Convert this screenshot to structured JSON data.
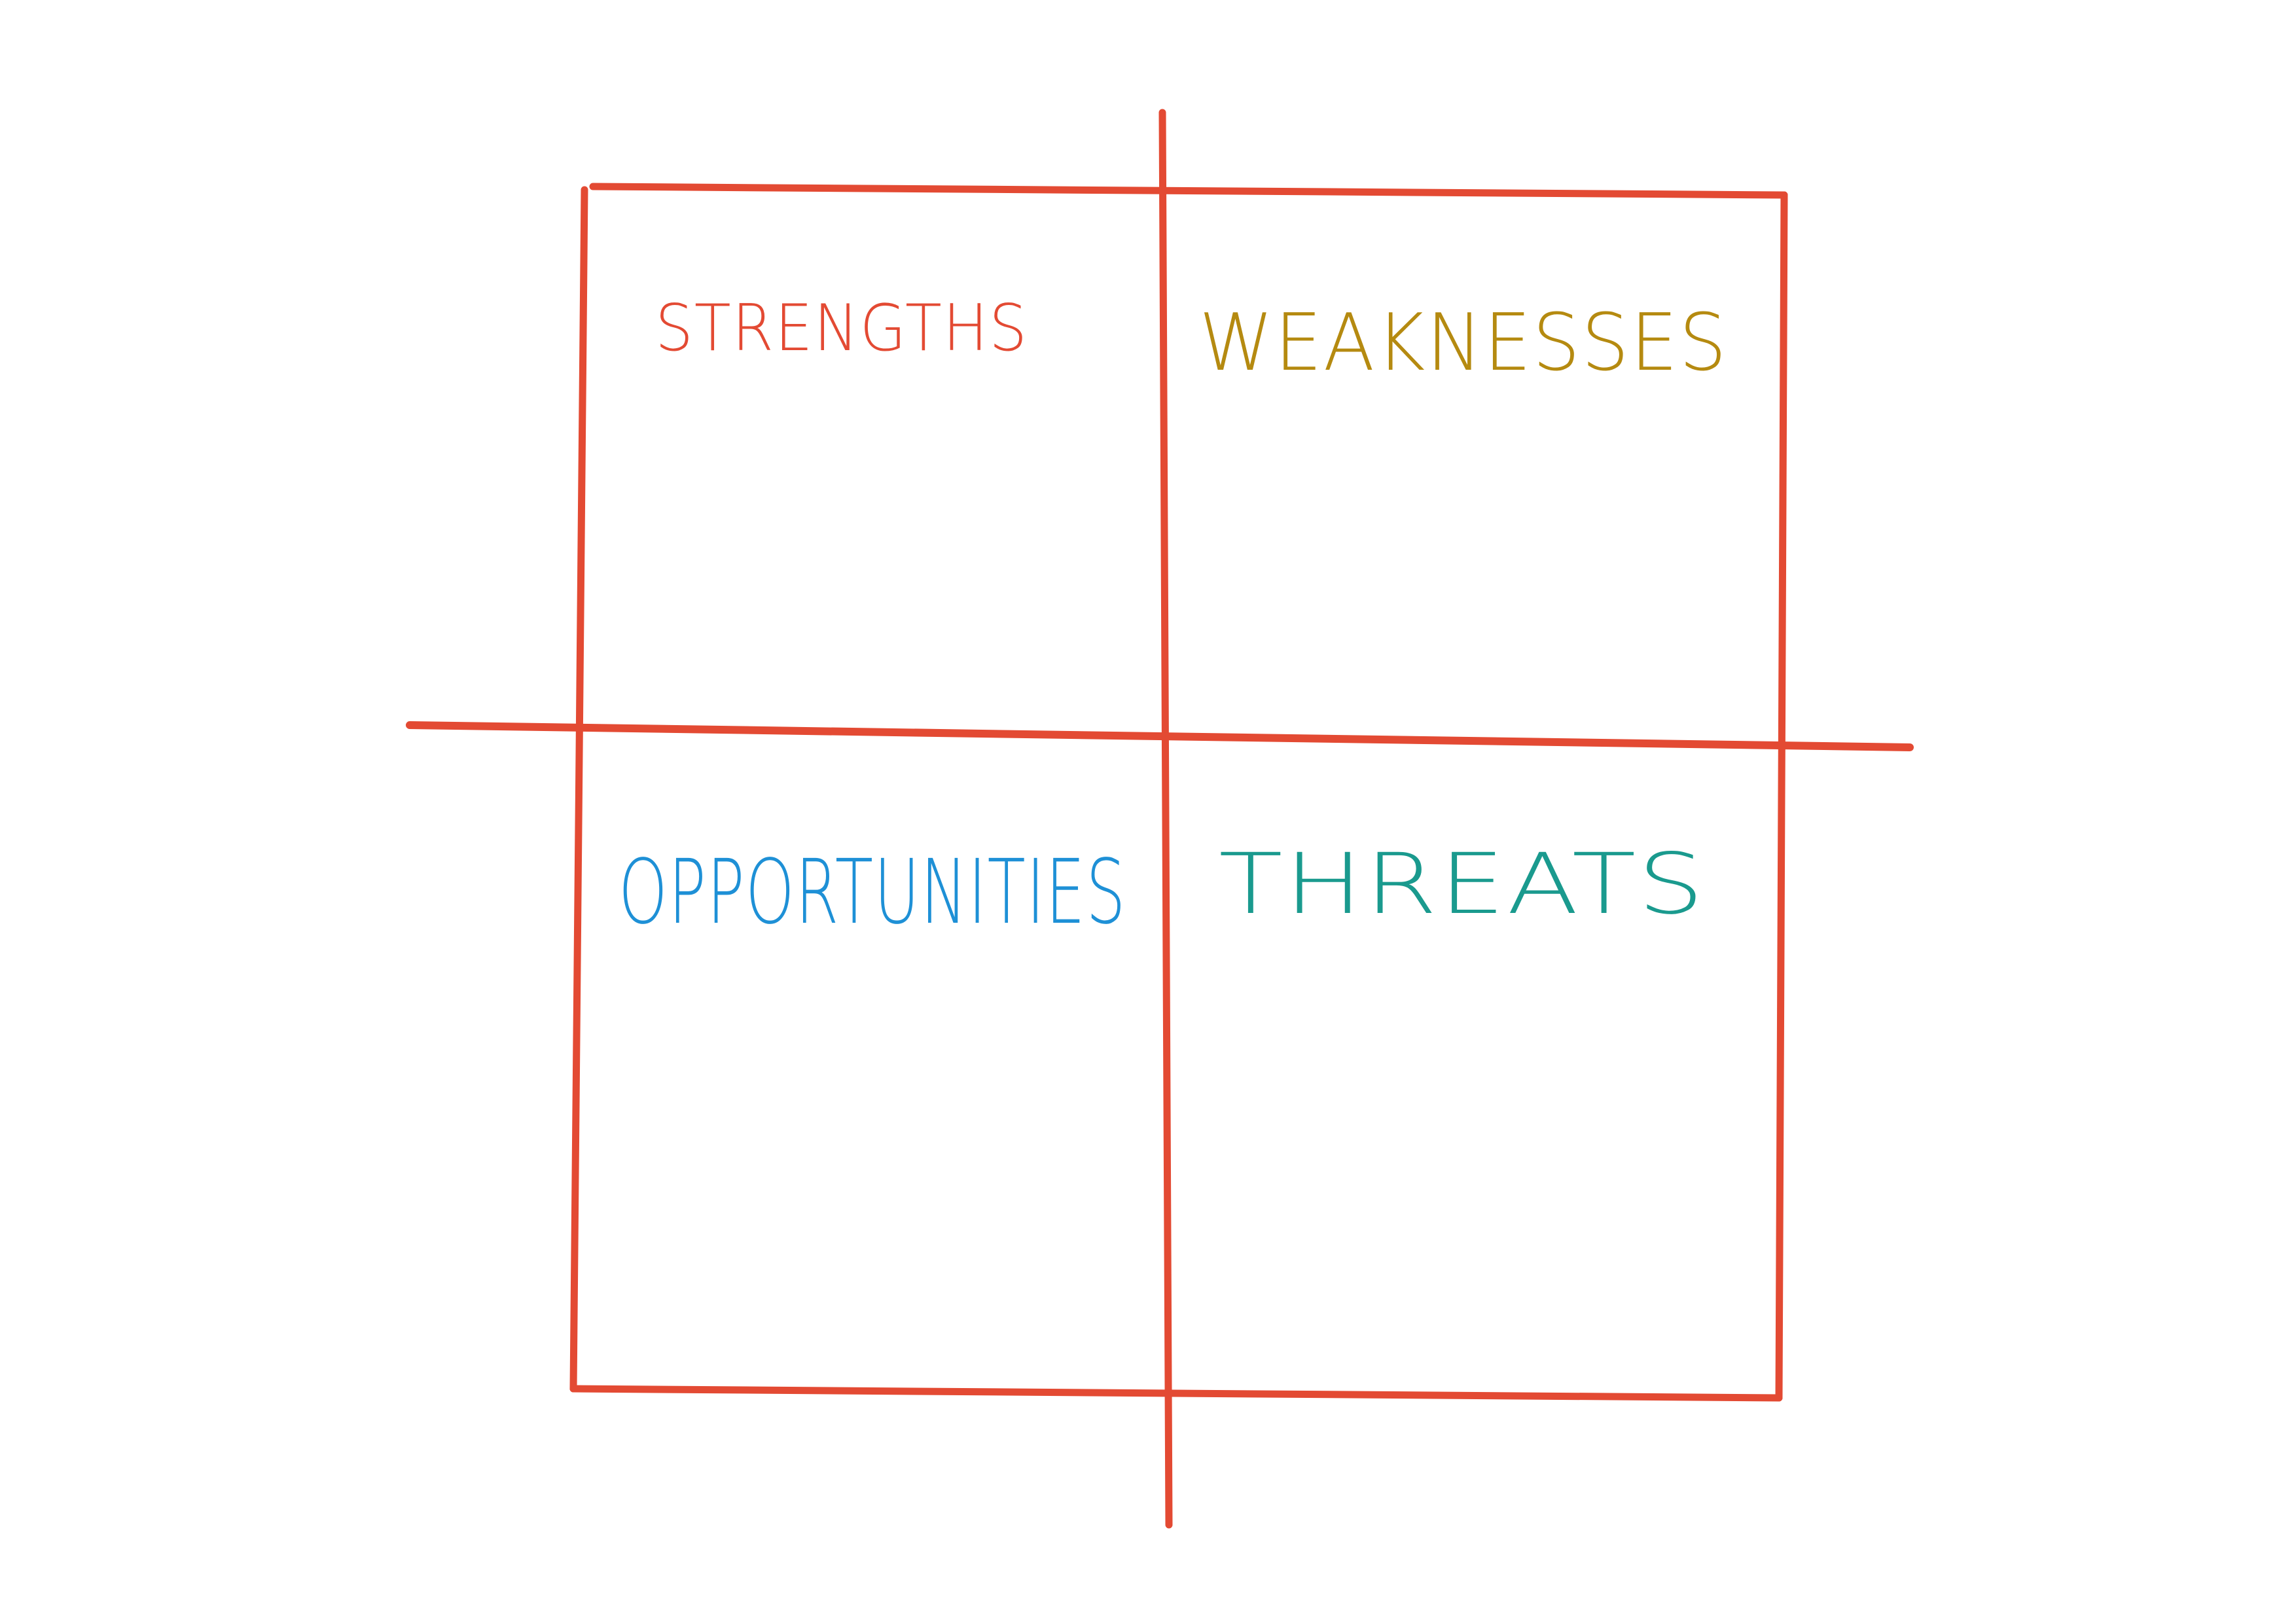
{
  "diagram": {
    "quadrants": [
      {
        "key": "strengths",
        "label": "STRENGTHS"
      },
      {
        "key": "weaknesses",
        "label": "WEAKNESSES"
      },
      {
        "key": "opportunities",
        "label": "OPPORTUNITIES"
      },
      {
        "key": "threats",
        "label": "THREATS"
      }
    ],
    "colors": {
      "grid": "#e34a33",
      "strengths": "#e34a33",
      "weaknesses": "#b58a10",
      "opportunities": "#1e90d6",
      "threats": "#1a9a8e"
    }
  }
}
